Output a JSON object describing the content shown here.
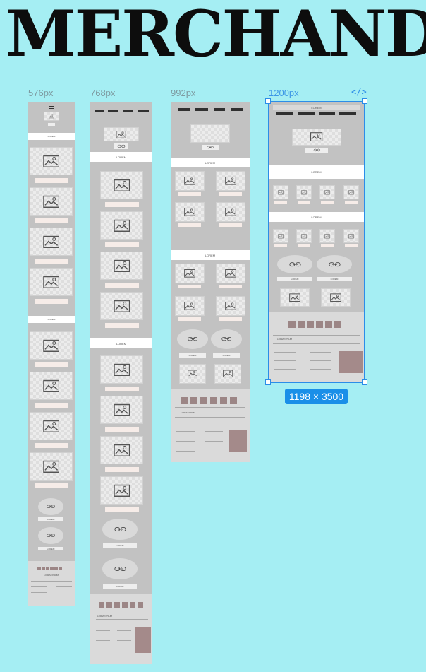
{
  "page_title": "MERCHAND",
  "breakpoints": [
    {
      "label": "576px"
    },
    {
      "label": "768px"
    },
    {
      "label": "992px"
    },
    {
      "label": "1200px"
    }
  ],
  "wire_text": {
    "lorem": "LOREM",
    "lorem_small": "lorem",
    "lorem_ipsum": "LOREM IPSUM",
    "lorem_ipsum_lc": "LOREM IPSUM",
    "lorem_ipsum_768": "LOREM IPSUM"
  },
  "selection": {
    "code_icon": "code-icon",
    "dimensions": "1198 × 3500"
  },
  "colors": {
    "background": "#a5eef3",
    "frame": "#c2c2c2",
    "accent": "#1a8fe8",
    "swatch": "#9c8686"
  }
}
